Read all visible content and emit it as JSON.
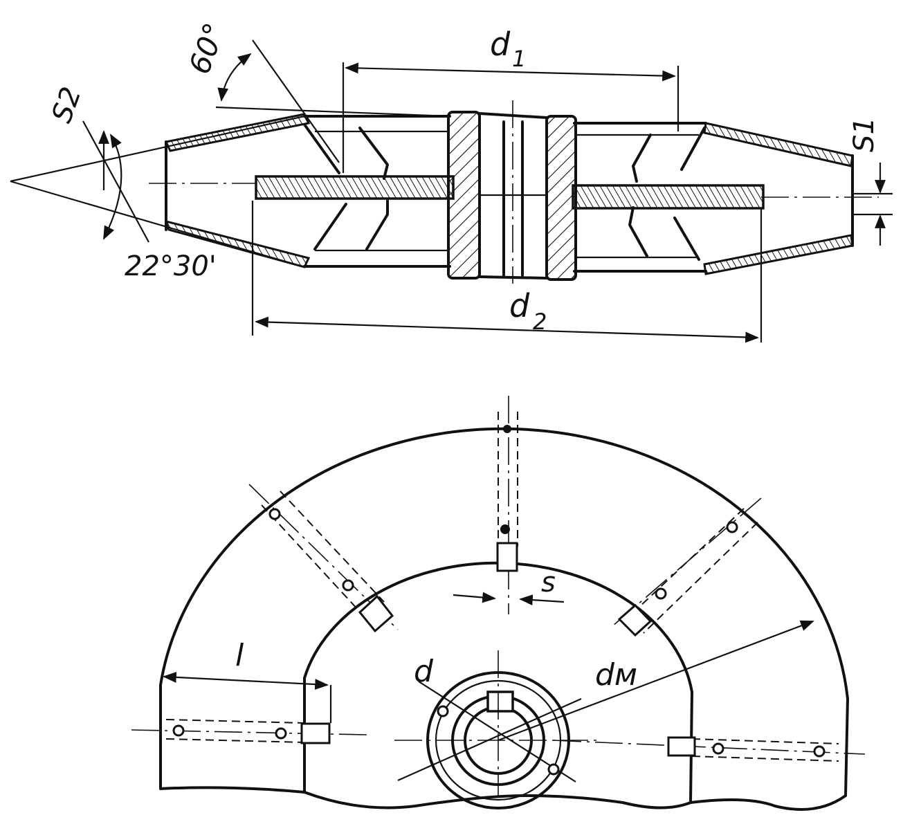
{
  "labels": {
    "d1": "d",
    "d1_sub": "1",
    "d2": "d",
    "d2_sub": "2",
    "angle_top": "60°",
    "angle_left": "22°30'",
    "s1": "S1",
    "s2": "S2",
    "s": "s",
    "l": "l",
    "d": "d",
    "dm": "dм"
  },
  "colors": {
    "ink": "#111111",
    "paper": "#ffffff"
  }
}
